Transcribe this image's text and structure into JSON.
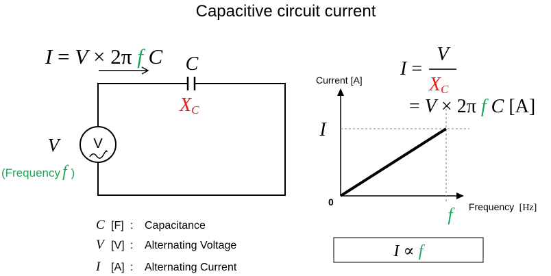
{
  "title": "Capacitive circuit current",
  "colors": {
    "black": "#000000",
    "green": "#1aa85a",
    "red": "#e8191b",
    "gray": "#808080"
  },
  "circuit": {
    "formula": {
      "I": "I",
      "eq": "=",
      "V": "V",
      "times": "×",
      "two_pi": "2π",
      "f": "f",
      "C": "C"
    },
    "capacitor_label": "C",
    "reactance": {
      "X": "X",
      "sub": "C"
    },
    "source_symbol": "V",
    "voltage_label": "V",
    "frequency_label": {
      "open": "(",
      "text": "Frequency",
      "f": "f",
      "close": ")"
    }
  },
  "legend": [
    {
      "symbol": "C",
      "unit": "[F]",
      "colon": ":",
      "text": "Capacitance"
    },
    {
      "symbol": "V",
      "unit": "[V]",
      "colon": ":",
      "text": "Alternating Voltage"
    },
    {
      "symbol": "I",
      "unit": "[A]",
      "colon": ":",
      "text": "Alternating Current"
    }
  ],
  "equation": {
    "lhs": "I",
    "eq": "=",
    "numerator": "V",
    "denominator": {
      "X": "X",
      "sub": "C"
    },
    "line2": {
      "eq": "=",
      "V": "V",
      "times": "×",
      "two_pi": "2π",
      "f": "f",
      "C": "C",
      "unit": "[A]"
    }
  },
  "graph": {
    "ylabel": "Current [A]",
    "xlabel": "Frequency",
    "xunit": "[Hz]",
    "origin": "0",
    "y_marker": "I",
    "x_marker": "f"
  },
  "chart_data": {
    "type": "line",
    "xlabel": "Frequency [Hz]",
    "ylabel": "Current [A]",
    "series": [
      {
        "x": [
          0,
          1
        ],
        "y": [
          0,
          1
        ]
      }
    ]
  },
  "proportional": {
    "I": "I",
    "symbol": "∝",
    "f": "f"
  }
}
